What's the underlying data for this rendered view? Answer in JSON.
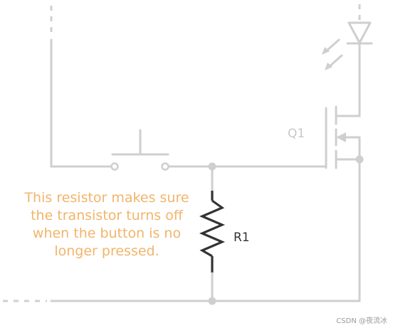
{
  "labels": {
    "resistor": "R1",
    "transistor": "Q1"
  },
  "annotation": {
    "lines": [
      "This resistor makes sure",
      "the transistor turns off",
      "when the button is no",
      "longer pressed."
    ]
  },
  "watermark": "CSDN @夜流冰",
  "colors": {
    "wire": "#cfcfcf",
    "resistor": "#333333",
    "annotation": "#f2b46a",
    "q1_label": "#c8c8c8"
  }
}
